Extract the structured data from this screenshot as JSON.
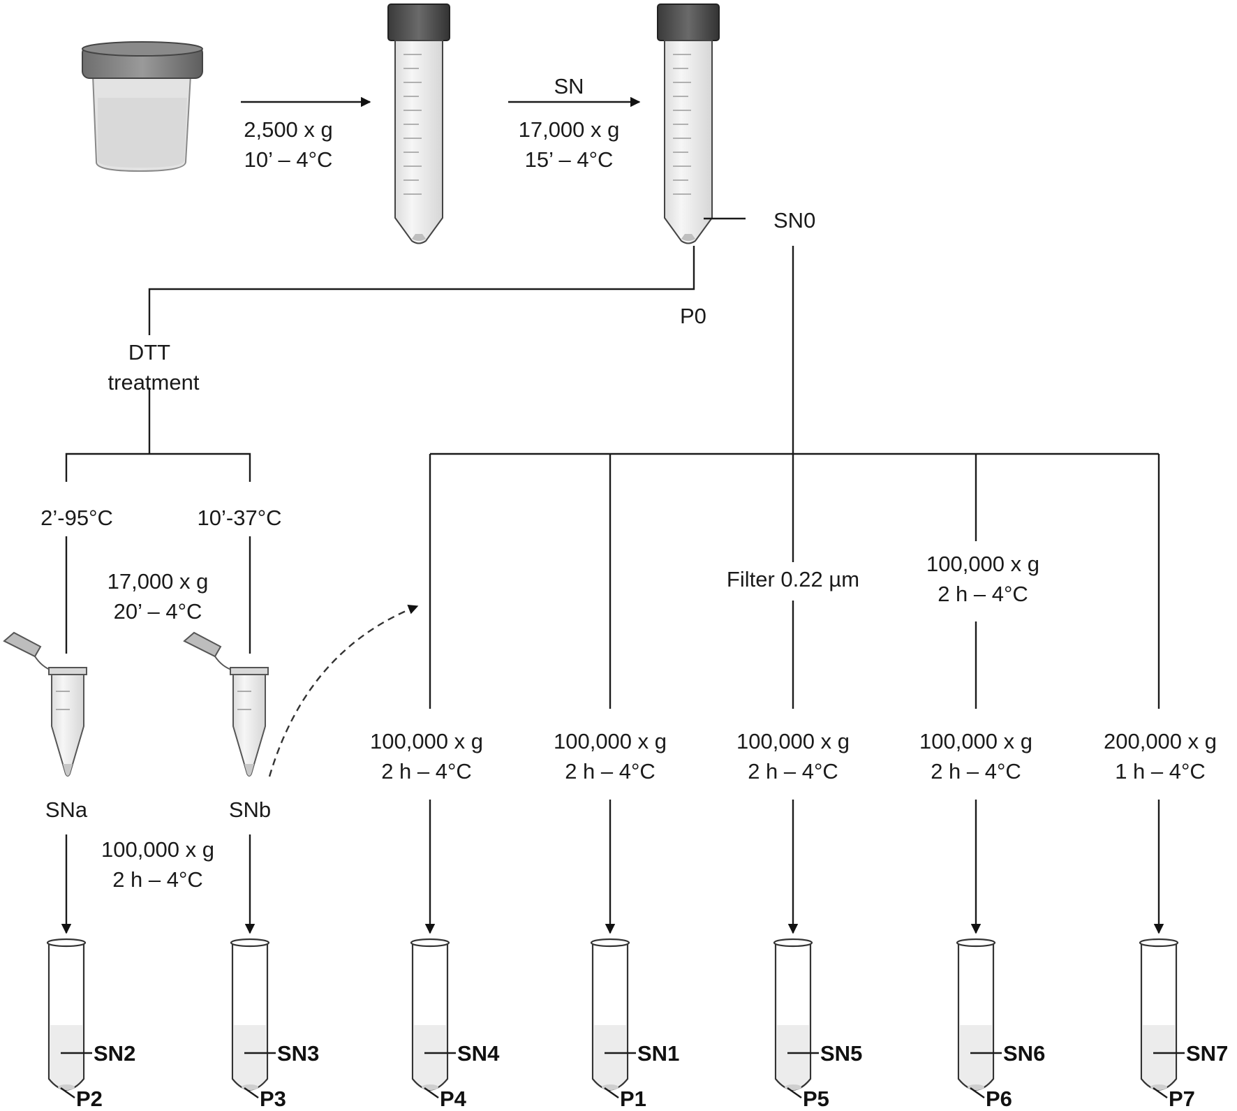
{
  "top_flow": {
    "step1_line1": "2,500 x g",
    "step1_line2": "10’ – 4°C",
    "step2_top": "SN",
    "step2_line1": "17,000 x g",
    "step2_line2": "15’ – 4°C",
    "sn0": "SN0",
    "p0": "P0"
  },
  "dtt": {
    "line1": "DTT",
    "line2": "treatment",
    "heat_a": "2’-95°C",
    "heat_b": "10’-37°C",
    "spin_line1": "17,000 x g",
    "spin_line2": "20’ – 4°C",
    "sna": "SNa",
    "snb": "SNb",
    "uc_line1": "100,000 x g",
    "uc_line2": "2 h – 4°C"
  },
  "filter_label": "Filter 0.22 µm",
  "pre_spin": {
    "line1": "100,000 x g",
    "line2": "2 h – 4°C"
  },
  "branches": [
    {
      "line1": "100,000 x g",
      "line2": "2 h – 4°C",
      "sn": "SN4",
      "p": "P4"
    },
    {
      "line1": "100,000 x g",
      "line2": "2 h – 4°C",
      "sn": "SN1",
      "p": "P1"
    },
    {
      "line1": "100,000 x g",
      "line2": "2 h – 4°C",
      "sn": "SN5",
      "p": "P5"
    },
    {
      "line1": "100,000 x g",
      "line2": "2 h – 4°C",
      "sn": "SN6",
      "p": "P6"
    },
    {
      "line1": "200,000 x g",
      "line2": "1 h – 4°C",
      "sn": "SN7",
      "p": "P7"
    }
  ],
  "left_tubes": [
    {
      "sn": "SN2",
      "p": "P2"
    },
    {
      "sn": "SN3",
      "p": "P3"
    }
  ]
}
